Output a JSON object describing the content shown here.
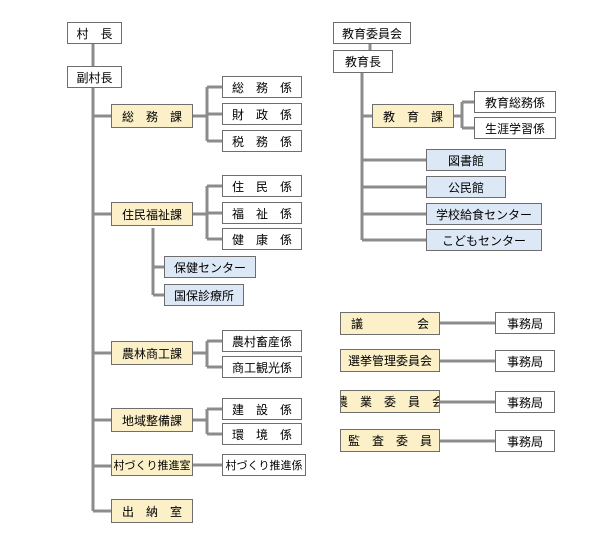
{
  "org": {
    "mayor": "村　長",
    "deputy": "副村長",
    "soumu": {
      "name": "総　務　課",
      "units": [
        "総　務　係",
        "財　政　係",
        "税　務　係"
      ]
    },
    "jumin": {
      "name": "住民福祉課",
      "units": [
        "住　民　係",
        "福　祉　係",
        "健　康　係"
      ],
      "facilities": [
        "保健センター",
        "国保診療所"
      ]
    },
    "norin": {
      "name": "農林商工課",
      "units": [
        "農村畜産係",
        "商工観光係"
      ]
    },
    "chiiki": {
      "name": "地域整備課",
      "units": [
        "建　設　係",
        "環　境　係"
      ]
    },
    "murazukuri": {
      "name": "村づくり推進室",
      "units": [
        "村づくり推進係"
      ]
    },
    "suitou": "出　納　室",
    "board": "教育委員会",
    "superintendent": "教育長",
    "kyoiku": {
      "name": "教　育　課",
      "units": [
        "教育総務係",
        "生涯学習係"
      ]
    },
    "edu_facilities": [
      "図書館",
      "公民館",
      "学校給食センター",
      "こどもセンター"
    ],
    "committees": [
      {
        "left": "議",
        "right": "会",
        "office": "事務局"
      },
      {
        "name": "選挙管理委員会",
        "office": "事務局"
      },
      {
        "name": "農　業　委　員　会",
        "office": "事務局"
      },
      {
        "name": "監　査　委　員",
        "office": "事務局"
      }
    ]
  }
}
